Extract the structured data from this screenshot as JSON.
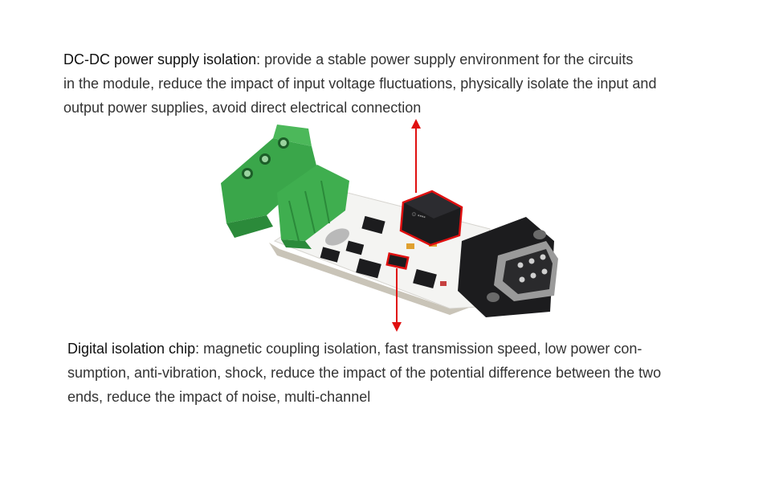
{
  "top_callout": {
    "title": "DC-DC power supply isolation",
    "line1": "provide a stable power supply environment for the circuits",
    "line2": "in the module, reduce the impact of input voltage fluctuations, physically isolate the input and",
    "line3": "output power supplies, avoid direct electrical connection"
  },
  "bottom_callout": {
    "title": "Digital isolation chip",
    "line1": "magnetic coupling isolation, fast transmission speed, low power con-",
    "line2": "sumption, anti-vibration, shock, reduce the impact of the potential difference between the two",
    "line3": "ends, reduce the impact of noise, multi-channel"
  },
  "colors": {
    "highlight": "#e01010",
    "terminal_green": "#3aa64a",
    "board_white": "#f4f4f2",
    "connector_black": "#1c1c1e"
  }
}
